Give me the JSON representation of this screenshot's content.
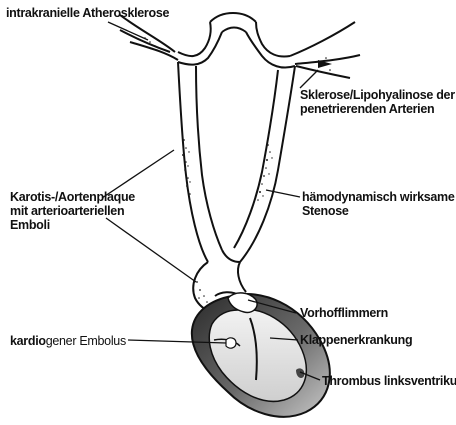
{
  "labels": {
    "intracranial": "intrakranielle Atherosklerose",
    "sclerosis_line1": "Sklerose/Lipohyalinose der",
    "sclerosis_line2": "penetrierenden Arterien",
    "carotid_line1": "Karotis-/Aortenplaque",
    "carotid_line2": "mit arterioarteriellen",
    "carotid_line3": "Emboli",
    "stenosis_line1": "hämodynamisch wirksame",
    "stenosis_line2": "Stenose",
    "atrial": "Vorhofflimmern",
    "cardiogenic_bold": "kardio",
    "cardiogenic_rest": "gener Embolus",
    "valve": "Klappenerkrankung",
    "thrombus": "Thrombus linksventrikulär"
  }
}
